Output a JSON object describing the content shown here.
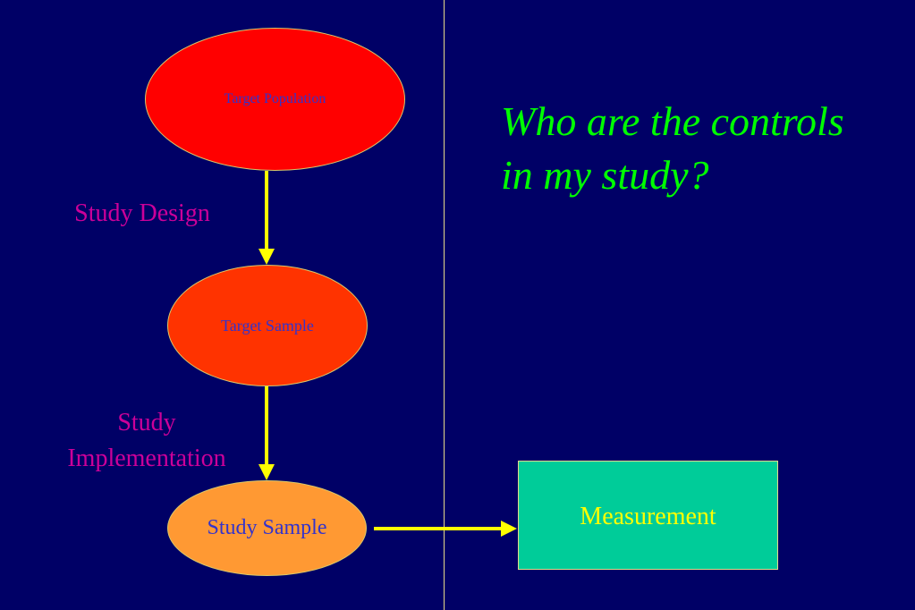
{
  "diagram": {
    "nodes": {
      "target_population": "Target Population",
      "target_sample": "Target Sample",
      "study_sample": "Study Sample",
      "measurement": "Measurement"
    },
    "labels": {
      "study_design": "Study Design",
      "study_implementation_line1": "Study",
      "study_implementation_line2": "Implementation"
    },
    "question_line1": "Who are the controls",
    "question_line2": "in my study?",
    "colors": {
      "background": "#000066",
      "target_population": "#ff0000",
      "target_sample": "#ff3300",
      "study_sample": "#ff9933",
      "measurement_box": "#00cc99",
      "arrow": "#ffff00",
      "label_text": "#cc0099",
      "question_text": "#00ff00"
    },
    "edges": [
      {
        "from": "Target Population",
        "to": "Target Sample"
      },
      {
        "from": "Target Sample",
        "to": "Study Sample"
      },
      {
        "from": "Study Sample",
        "to": "Measurement"
      }
    ]
  }
}
